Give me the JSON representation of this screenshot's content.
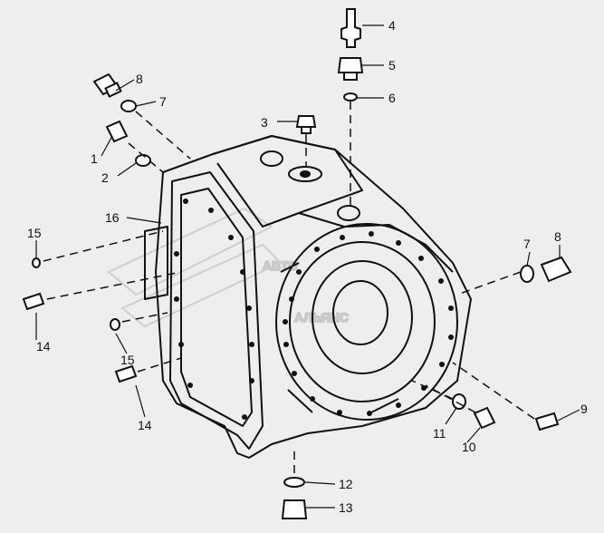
{
  "diagram": {
    "watermark": {
      "line1": "АВТО",
      "line2": "АЛЬЯНС"
    },
    "callouts": {
      "c1": "1",
      "c2": "2",
      "c3": "3",
      "c4": "4",
      "c5": "5",
      "c6": "6",
      "c7a": "7",
      "c7b": "7",
      "c8a": "8",
      "c8b": "8",
      "c9": "9",
      "c10": "10",
      "c11": "11",
      "c12": "12",
      "c13": "13",
      "c14a": "14",
      "c14b": "14",
      "c15a": "15",
      "c15b": "15",
      "c16": "16"
    }
  }
}
